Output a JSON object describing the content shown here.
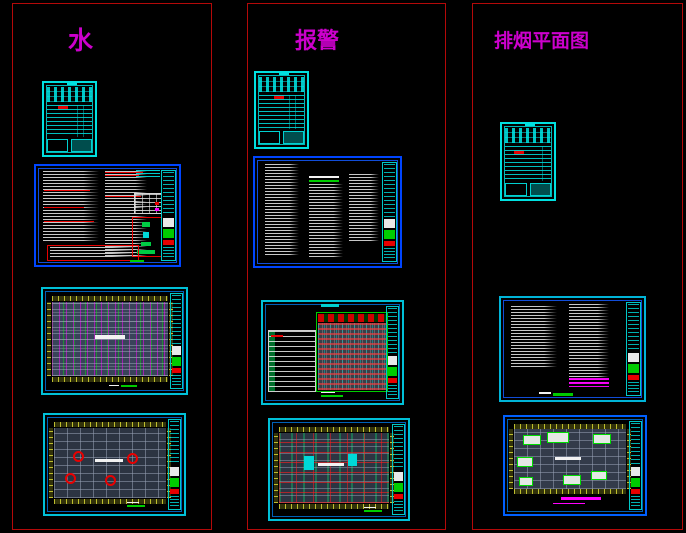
{
  "window": {
    "type": "cad-sheet-overview",
    "background": "#000000"
  },
  "colors": {
    "group_frame_red": "#b40909",
    "group_title_magenta": "#cc00cc",
    "form_sheet_cyan": "#00e0e0",
    "notes_sheet_blue": "#0045ff",
    "plan_sheet_cyan": "#00c0d8",
    "dimension_olive": "#9a9a00",
    "annotation_green": "#00cc00",
    "annotation_red": "#e80000",
    "annotation_magenta": "#ff00ff",
    "text_white": "#e6e6e6"
  },
  "panels": [
    {
      "title": "水",
      "sheets": [
        "title-block-form",
        "design-notes",
        "water-supply-plan",
        "sprinkler-plan"
      ]
    },
    {
      "title": "报警",
      "sheets": [
        "title-block-form",
        "design-notes",
        "alarm-system-diagram",
        "alarm-plan"
      ]
    },
    {
      "title": "排烟平面图",
      "sheets": [
        "title-block-form",
        "design-notes",
        "smoke-exhaust-plan"
      ]
    }
  ]
}
